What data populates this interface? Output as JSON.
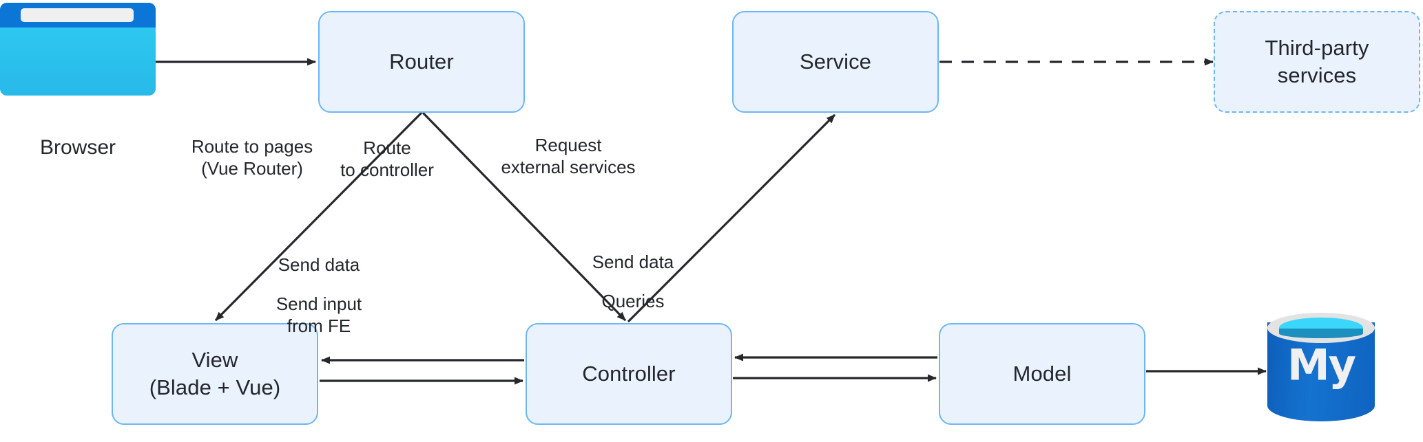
{
  "diagram": {
    "title": "Laravel + Vue application architecture flow",
    "colors": {
      "node_fill": "#eaf2fd",
      "node_border": "#6cb6f5",
      "edge": "#26282b",
      "text": "#23262b",
      "browser_chrome": "#0b76d6",
      "browser_body": "#2fcdf5",
      "db_body": "#1473cf",
      "db_liquid": "#3ad6fb",
      "db_rim": "#e3e3e3"
    },
    "nodes": [
      {
        "id": "browser",
        "label": "Browser",
        "shape": "browser-icon",
        "caption": "Browser"
      },
      {
        "id": "router",
        "label": "Router",
        "shape": "rounded-rect"
      },
      {
        "id": "service",
        "label": "Service",
        "shape": "rounded-rect"
      },
      {
        "id": "third_party",
        "label": "Third-party\nservices",
        "shape": "rounded-rect-dashed"
      },
      {
        "id": "view",
        "label": "View\n(Blade + Vue)",
        "shape": "rounded-rect"
      },
      {
        "id": "controller",
        "label": "Controller",
        "shape": "rounded-rect"
      },
      {
        "id": "model",
        "label": "Model",
        "shape": "rounded-rect"
      },
      {
        "id": "database",
        "label": "My",
        "shape": "cylinder",
        "product": "MySQL"
      }
    ],
    "edges": [
      {
        "id": "e1",
        "from": "browser",
        "to": "router",
        "label": "",
        "style": "solid"
      },
      {
        "id": "e2",
        "from": "router",
        "to": "view",
        "label": "Route to pages\n(Vue Router)",
        "style": "solid"
      },
      {
        "id": "e3",
        "from": "router",
        "to": "controller",
        "label": "Route\nto controller",
        "style": "solid"
      },
      {
        "id": "e4",
        "from": "controller",
        "to": "service",
        "label": "Request\nexternal services",
        "style": "solid"
      },
      {
        "id": "e5",
        "from": "service",
        "to": "third_party",
        "label": "",
        "style": "dashed"
      },
      {
        "id": "e6",
        "from": "controller",
        "to": "view",
        "label": "Send data",
        "style": "solid"
      },
      {
        "id": "e7",
        "from": "view",
        "to": "controller",
        "label": "Send input\nfrom FE",
        "style": "solid"
      },
      {
        "id": "e8",
        "from": "model",
        "to": "controller",
        "label": "Send data",
        "style": "solid"
      },
      {
        "id": "e9",
        "from": "controller",
        "to": "model",
        "label": "Queries",
        "style": "solid"
      },
      {
        "id": "e10",
        "from": "model",
        "to": "database",
        "label": "",
        "style": "solid"
      }
    ]
  }
}
